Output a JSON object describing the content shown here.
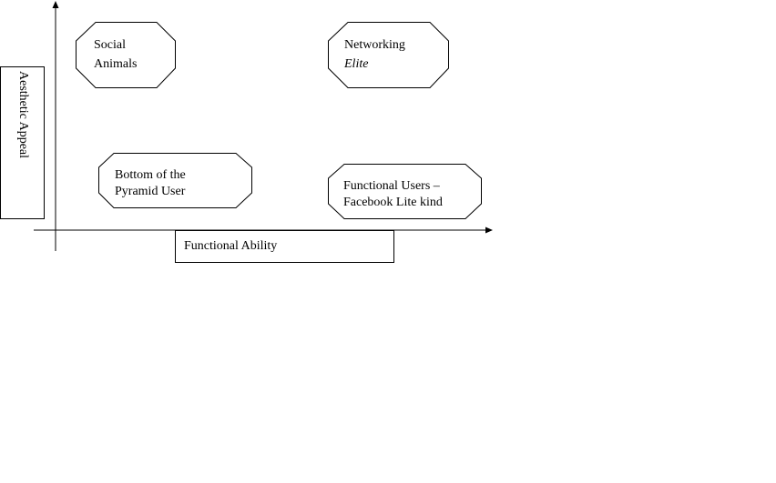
{
  "diagram": {
    "x_axis_label": "Functional Ability",
    "y_axis_label": "Aesthetic Appeal",
    "quadrants": {
      "top_left": {
        "line1": "Social",
        "line2": "Animals"
      },
      "top_right": {
        "line1": "Networking",
        "line2": "Elite"
      },
      "bottom_left": {
        "line1": "Bottom of the",
        "line2": "Pyramid User"
      },
      "bottom_right": {
        "line1": "Functional Users –",
        "line2": "Facebook Lite kind"
      }
    }
  }
}
